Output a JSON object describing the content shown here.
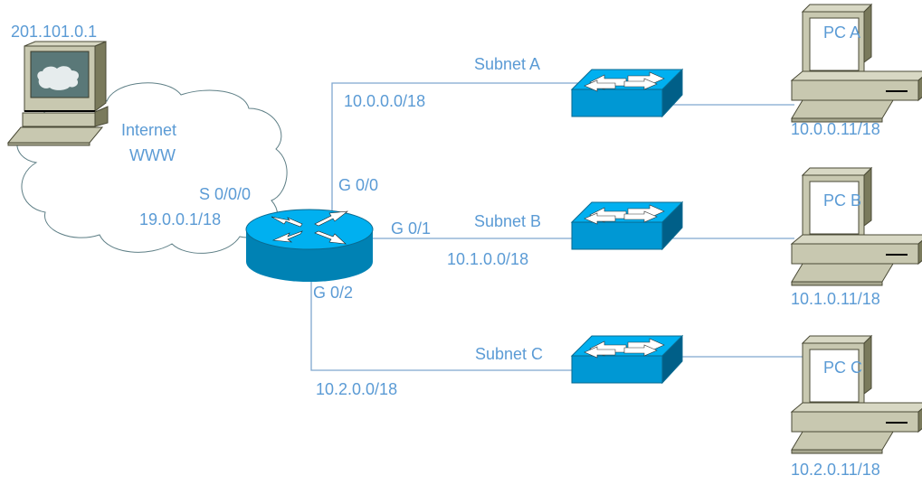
{
  "internet": {
    "host_ip": "201.101.0.1",
    "cloud_label_line1": "Internet",
    "cloud_label_line2": "WWW"
  },
  "router": {
    "serial_interface": "S 0/0/0",
    "serial_ip": "19.0.0.1/18",
    "interfaces": [
      "G 0/0",
      "G 0/1",
      "G 0/2"
    ]
  },
  "subnets": [
    {
      "name": "Subnet A",
      "network": "10.0.0.0/18",
      "pc_name": "PC A",
      "pc_ip": "10.0.0.11/18"
    },
    {
      "name": "Subnet B",
      "network": "10.1.0.0/18",
      "pc_name": "PC B",
      "pc_ip": "10.1.0.11/18"
    },
    {
      "name": "Subnet C",
      "network": "10.2.0.0/18",
      "pc_name": "PC C",
      "pc_ip": "10.2.0.11/18"
    }
  ],
  "colors": {
    "label": "#5b9bd5",
    "link": "#7fa7cf",
    "device_blue": "#00b0f0",
    "device_blue_dark": "#0082b4",
    "pc_beige": "#c8c8b0",
    "pc_dark": "#7a7a5c"
  }
}
